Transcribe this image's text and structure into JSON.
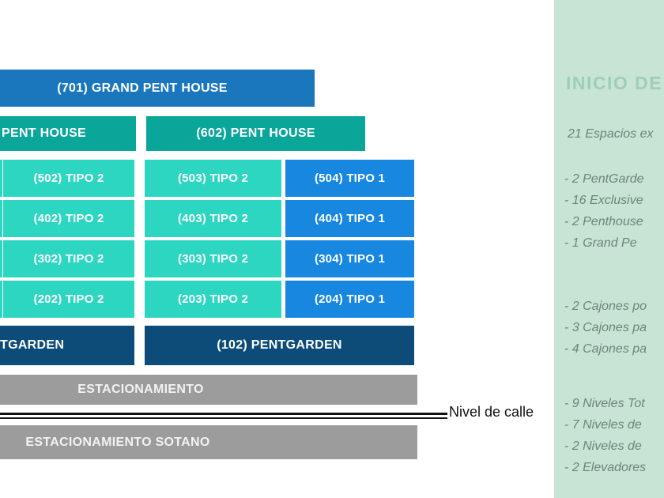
{
  "colors": {
    "grand": "#1b77bd",
    "penthouse": "#0aa69a",
    "tipo2": "#2dd6c1",
    "tipo1": "#1787e0",
    "pentgarden": "#0d4c78",
    "parking": "#9c9c9c",
    "panel_bg": "#c7e4d5",
    "panel_title": "#9fceb5",
    "panel_text": "#6e8579",
    "street_line": "#101010"
  },
  "diagram": {
    "floors": {
      "grand_penthouse": {
        "label": "(701) GRAND PENT HOUSE"
      },
      "penthouse_left": {
        "label": "PENT HOUSE"
      },
      "penthouse_right": {
        "label": "(602) PENT HOUSE"
      },
      "pentgarden_left": {
        "label": "TGARDEN"
      },
      "pentgarden_right": {
        "label": "(102) PENTGARDEN"
      }
    },
    "units": [
      {
        "label": "(502) TIPO 2",
        "type": "tipo2"
      },
      {
        "label": "(503) TIPO 2",
        "type": "tipo2"
      },
      {
        "label": "(504) TIPO 1",
        "type": "tipo1"
      },
      {
        "label": "(402) TIPO 2",
        "type": "tipo2"
      },
      {
        "label": "(403) TIPO 2",
        "type": "tipo2"
      },
      {
        "label": "(404) TIPO 1",
        "type": "tipo1"
      },
      {
        "label": "(302) TIPO 2",
        "type": "tipo2"
      },
      {
        "label": "(303) TIPO 2",
        "type": "tipo2"
      },
      {
        "label": "(304) TIPO 1",
        "type": "tipo1"
      },
      {
        "label": "(202) TIPO 2",
        "type": "tipo2"
      },
      {
        "label": "(203) TIPO 2",
        "type": "tipo2"
      },
      {
        "label": "(204) TIPO 1",
        "type": "tipo1"
      }
    ],
    "parking": {
      "upper": "ESTACIONAMIENTO",
      "basement": "ESTACIONAMIENTO SOTANO"
    },
    "street_level_label": "Nivel de calle"
  },
  "panel": {
    "title": "INICIO DE",
    "intro": "21 Espacios ex",
    "groups": [
      {
        "lines": [
          "- 2  PentGarde",
          "- 16 Exclusive",
          "- 2  Penthouse",
          "- 1  Grand Pe"
        ]
      },
      {
        "lines": [
          "- 2 Cajones po",
          "- 3 Cajones pa",
          "- 4 Cajones pa"
        ]
      },
      {
        "lines": [
          "- 9 Niveles Tot",
          "- 7 Niveles de",
          "- 2 Niveles de",
          "- 2 Elevadores"
        ]
      }
    ]
  }
}
